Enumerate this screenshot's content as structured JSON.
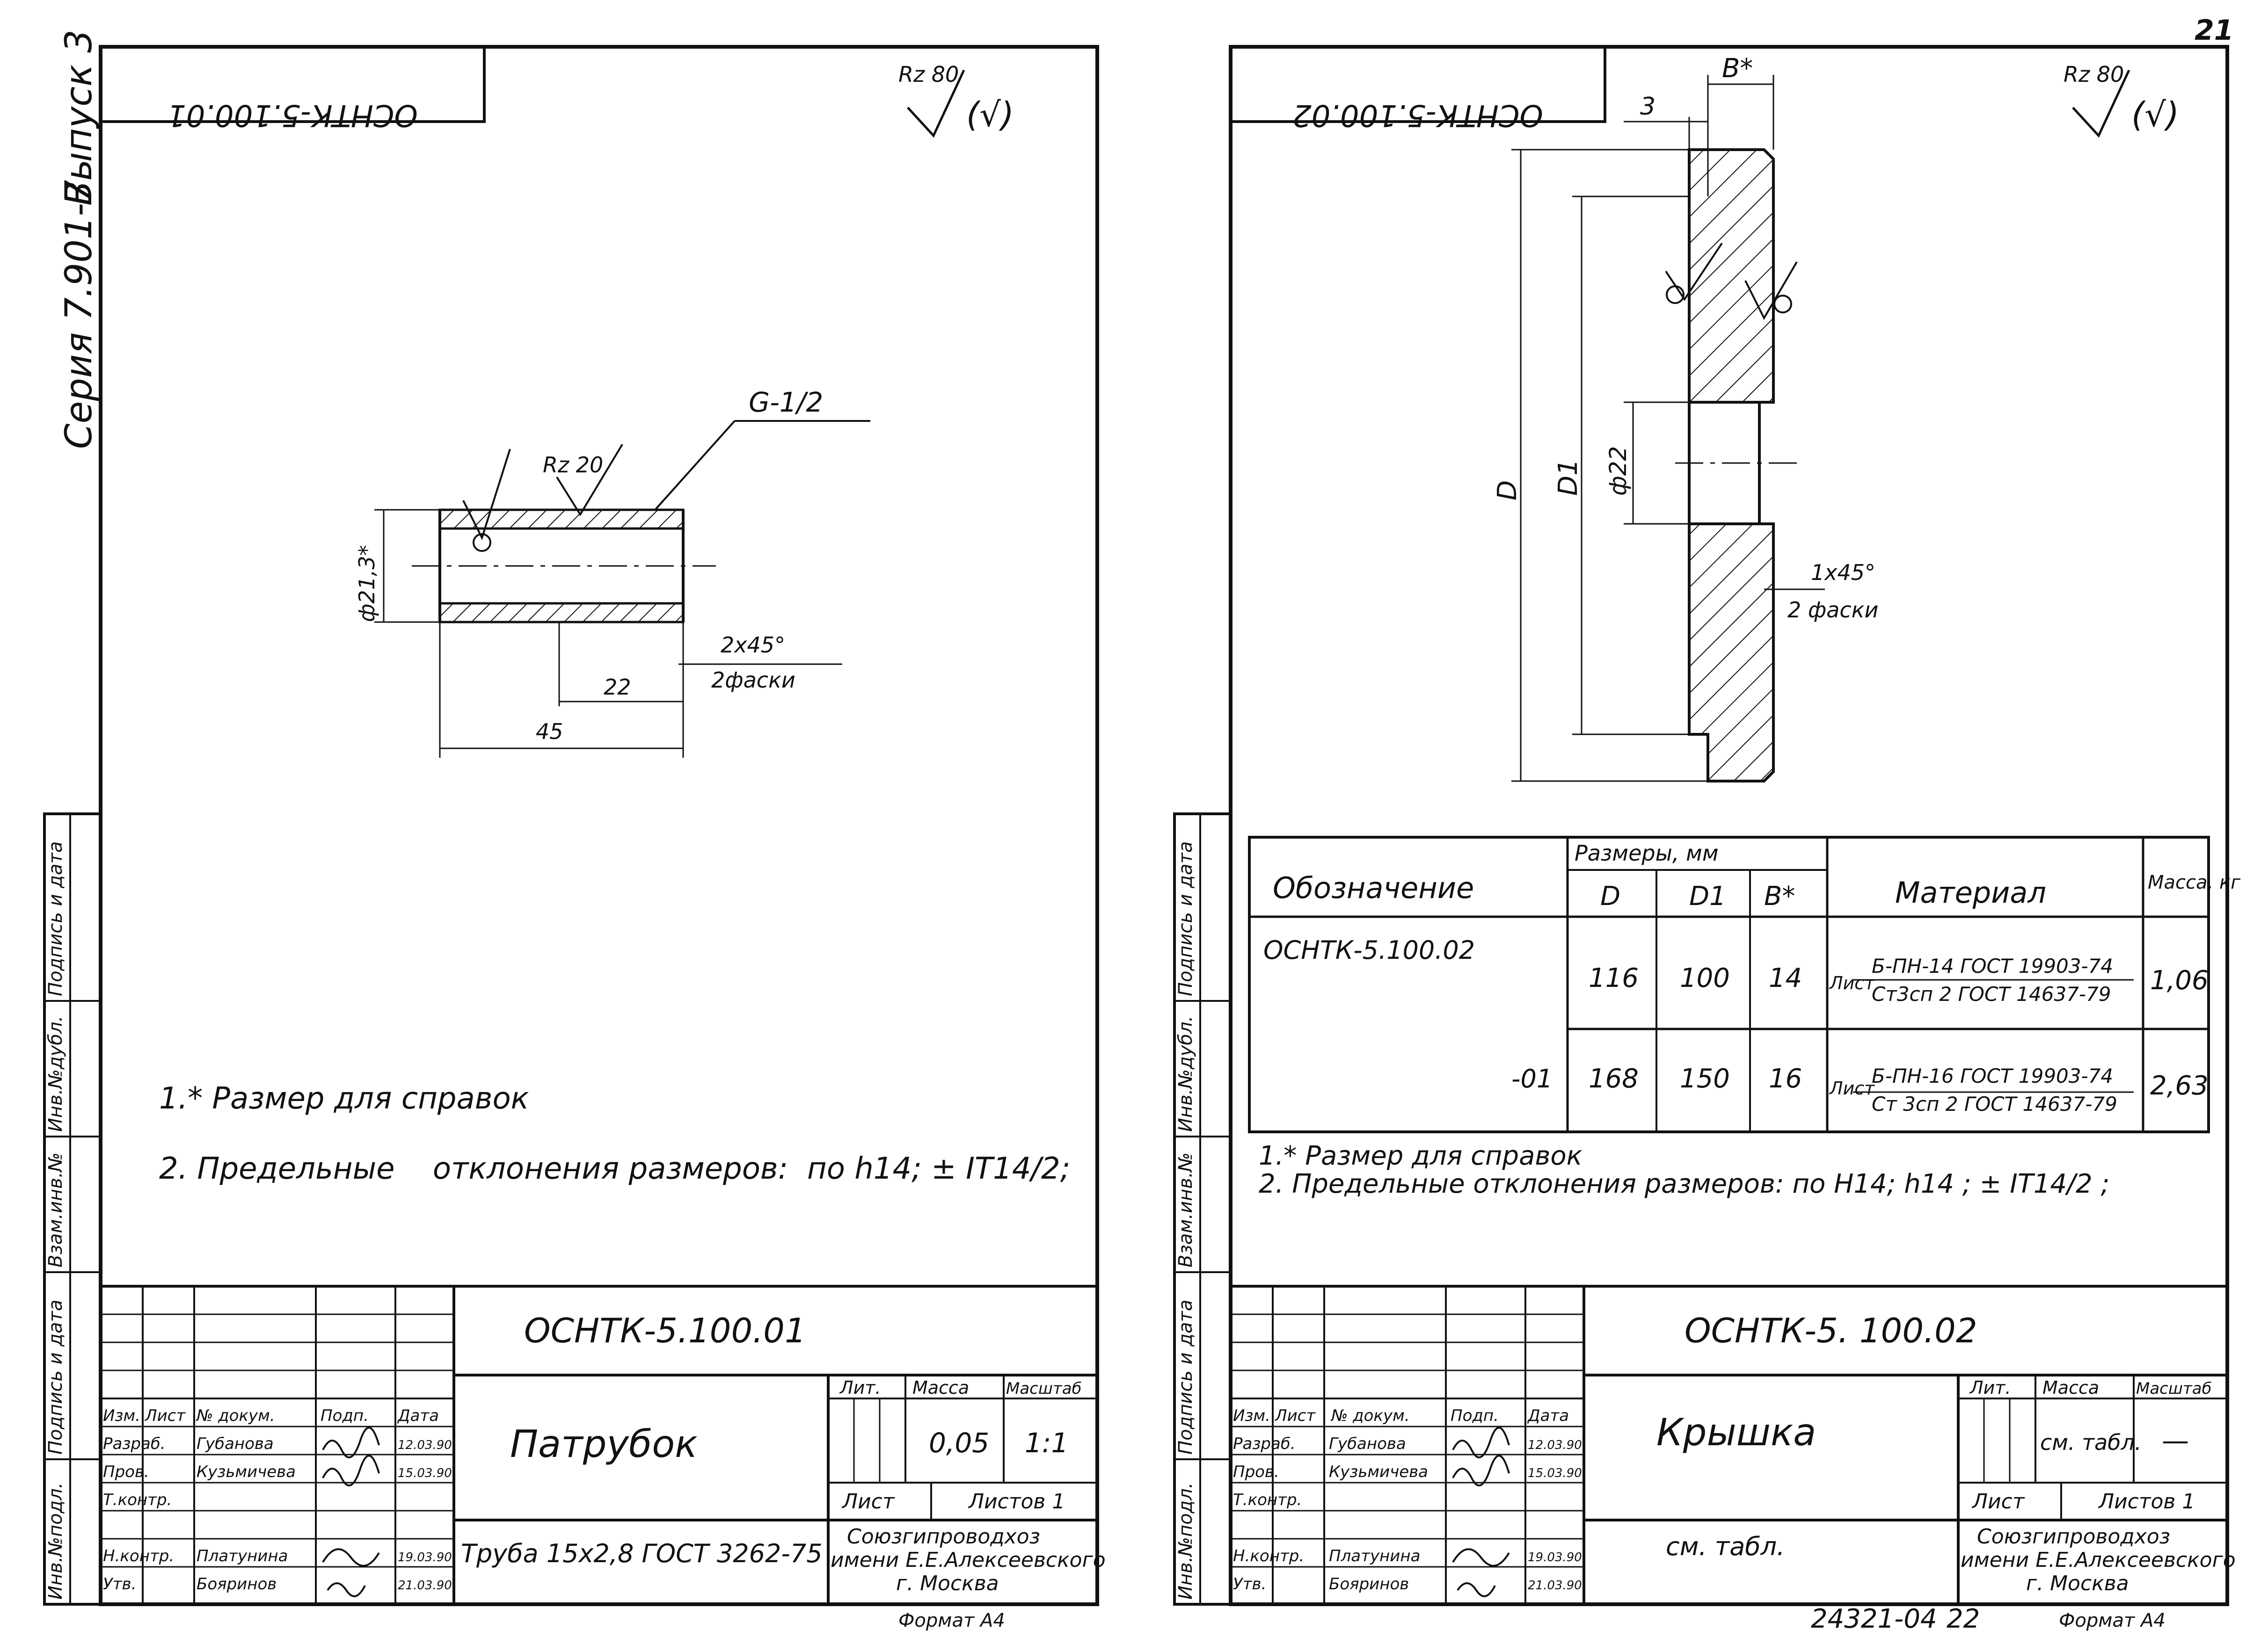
{
  "page_number": "21",
  "margin": {
    "series": "Серия 7.901-7",
    "issue": "Выпуск 3",
    "stamp_fields": [
      "Инв.№подл.",
      "Подпись и дата",
      "Взам.инв.№",
      "Инв.№дубл.",
      "Подпись и дата"
    ]
  },
  "left_sheet": {
    "mirrored_code": "ОСНТК-5.100.01",
    "roughness": "Rz 80",
    "roughness_paren": "(√)",
    "labels": {
      "thread": "G-1/2",
      "surface": "Rz 20",
      "diameter": "ф21,3*",
      "chamfer": "2х45°",
      "chamfer_count": "2фаски",
      "dim_22": "22",
      "dim_45": "45"
    },
    "notes": [
      "1.* Размер для справок",
      "2. Предельные    отклонения размеров:  по h14; ± IT14/2;"
    ],
    "title_block": {
      "designation": "ОСНТК-5.100.01",
      "name": "Патрубок",
      "material": "Труба 15х2,8 ГОСТ 3262-75",
      "col_headers": [
        "Изм.",
        "Лист",
        "№ докум.",
        "Подп.",
        "Дата"
      ],
      "roles": [
        "Разраб.",
        "Пров.",
        "Т.контр.",
        "",
        "Н.контр.",
        "Утв."
      ],
      "names": [
        "Губанова",
        "Кузьмичева",
        "",
        "",
        "Платунина",
        "Бояринов"
      ],
      "dates": [
        "12.03.90",
        "15.03.90",
        "",
        "",
        "19.03.90",
        "21.03.90"
      ],
      "lit_label": "Лит.",
      "mass_label": "Масса",
      "scale_label": "Масштаб",
      "mass": "0,05",
      "scale": "1:1",
      "sheet_label": "Лист",
      "sheets_label": "Листов 1",
      "org_line1": "Союзгипроводхоз",
      "org_line2": "имени Е.Е.Алексеевского",
      "org_line3": "г. Москва",
      "format": "Формат А4"
    }
  },
  "right_sheet": {
    "mirrored_code": "ОСНТК-5.100.02",
    "roughness": "Rz 80",
    "roughness_paren": "(√)",
    "labels": {
      "b_star": "В*",
      "dim_3": "3",
      "D": "D",
      "D1": "D1",
      "phi22": "ф22",
      "chamfer": "1х45°",
      "chamfer_count": "2 фаски"
    },
    "table": {
      "header_group": "Размеры, мм",
      "headers": [
        "Обозначение",
        "D",
        "D1",
        "В*",
        "Материал",
        "Масса, кг"
      ],
      "rows": [
        {
          "designation": "ОСНТК-5.100.02",
          "D": "116",
          "D1": "100",
          "B": "14",
          "material_prefix": "Лист",
          "material_top": "Б-ПН-14 ГОСТ 19903-74",
          "material_bottom": "Ст3сп 2 ГОСТ 14637-79",
          "mass": "1,06"
        },
        {
          "designation": "-01",
          "D": "168",
          "D1": "150",
          "B": "16",
          "material_prefix": "Лист",
          "material_top": "Б-ПН-16 ГОСТ 19903-74",
          "material_bottom": "Ст 3сп 2 ГОСТ 14637-79",
          "mass": "2,63"
        }
      ]
    },
    "notes": [
      "1.* Размер для справок",
      "2. Предельные отклонения размеров: по Н14;  h14 ;  ± IT14/2 ;"
    ],
    "title_block": {
      "designation": "ОСНТК-5. 100.02",
      "name": "Крышка",
      "material": "см. табл.",
      "col_headers": [
        "Изм.",
        "Лист",
        "№ докум.",
        "Подп.",
        "Дата"
      ],
      "roles": [
        "Разраб.",
        "Пров.",
        "Т.контр.",
        "",
        "Н.контр.",
        "Утв."
      ],
      "names": [
        "Губанова",
        "Кузьмичева",
        "",
        "",
        "Платунина",
        "Бояринов"
      ],
      "dates": [
        "12.03.90",
        "15.03.90",
        "",
        "",
        "19.03.90",
        "21.03.90"
      ],
      "lit_label": "Лит.",
      "mass_label": "Масса",
      "scale_label": "Масштаб",
      "mass": "см. табл.",
      "scale": "—",
      "sheet_label": "Лист",
      "sheets_label": "Листов 1",
      "org_line1": "Союзгипроводхоз",
      "org_line2": "имени Е.Е.Алексеевского",
      "org_line3": "г. Москва",
      "archive_number": "24321-04",
      "archive_page": "22",
      "format": "Формат А4"
    }
  }
}
